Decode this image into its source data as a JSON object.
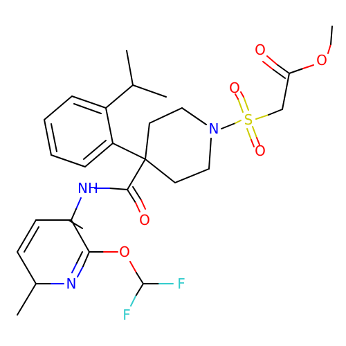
{
  "molecule": {
    "atoms": {
      "nh": {
        "text": "NH",
        "color": "#0000FF"
      },
      "n1": {
        "text": "N",
        "color": "#0000FF"
      },
      "n2": {
        "text": "N",
        "color": "#0000FF"
      },
      "s": {
        "text": "S",
        "color": "#CCCC00"
      },
      "o1": {
        "text": "O",
        "color": "#FF0000"
      },
      "o2": {
        "text": "O",
        "color": "#FF0000"
      },
      "o3": {
        "text": "O",
        "color": "#FF0000"
      },
      "o4": {
        "text": "O",
        "color": "#FF0000"
      },
      "o5": {
        "text": "O",
        "color": "#FF0000"
      },
      "o6": {
        "text": "O",
        "color": "#FF0000"
      },
      "f1": {
        "text": "F",
        "color": "#33CCCC"
      },
      "f2": {
        "text": "F",
        "color": "#33CCCC"
      }
    },
    "colors": {
      "carbon": "#000000",
      "nitrogen": "#0000FF",
      "oxygen": "#FF0000",
      "sulfur": "#CCCC00",
      "fluorine": "#33CCCC"
    }
  }
}
